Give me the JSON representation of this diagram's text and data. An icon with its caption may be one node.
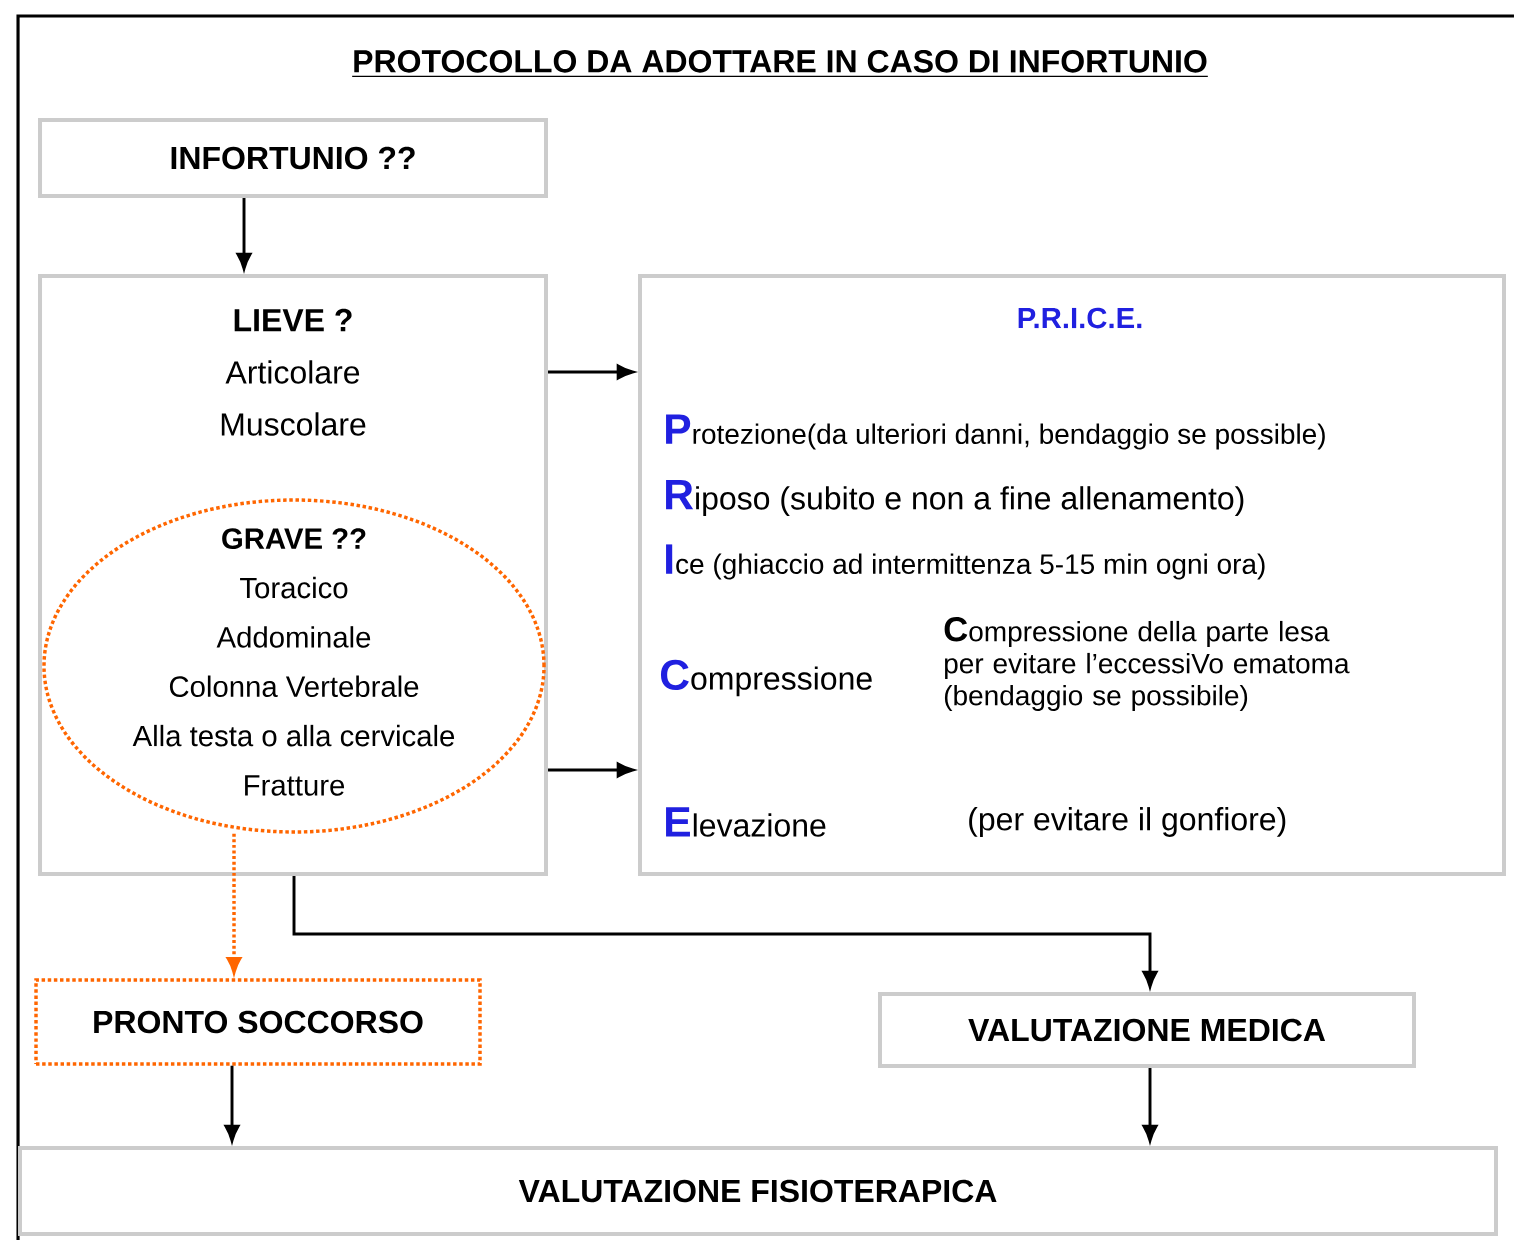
{
  "diagram": {
    "title": "PROTOCOLLO DA ADOTTARE IN CASO DI INFORTUNIO",
    "nodes": [
      {
        "text": [
          "INFORTUNIO ??"
        ]
      },
      {
        "text": [
          "LIEVE ?",
          "Articolare",
          "Muscolare"
        ]
      },
      {
        "text": [
          "GRAVE ??",
          "Toracico",
          "Addominale",
          "Colonna Vertebrale",
          "Alla testa o alla cervicale",
          "Fratture"
        ],
        "in": 1
      },
      {
        "text": [
          "P.R.I.C.E.",
          "**P**rotezione(da ulteriori danni, bendaggio se possible)",
          "**R**iposo (subito e non a fine allenamento)",
          "**I**ce (ghiaccio ad intermittenza 5-15 min ogni ora)",
          "**C**ompressione",
          "**C**ompressione della parte lesa per evitare l’eccessiVo ematoma (bendaggio se possibile)",
          "**E**levazione",
          "(per evitare il gonfiore)"
        ]
      },
      {
        "text": [
          "PRONTO SOCCORSO"
        ]
      },
      {
        "text": [
          "VALUTAZIONE MEDICA"
        ]
      },
      {
        "text": [
          "VALUTAZIONE FISIOTERAPICA"
        ]
      }
    ],
    "edges": [
      {
        "from": 0,
        "to": 1,
        "arrow": "to"
      },
      {
        "from": 1,
        "to": 3,
        "arrow": "to"
      },
      {
        "from": 1,
        "to": 3,
        "arrow": "to"
      },
      {
        "from": 2,
        "to": 4,
        "arrow": "to",
        "style": "dashed",
        "color": "#ff6600"
      },
      {
        "from": 1,
        "to": 5,
        "arrow": "to"
      },
      {
        "from": 4,
        "to": 6,
        "arrow": "to"
      },
      {
        "from": 5,
        "to": 6,
        "arrow": "to"
      }
    ]
  }
}
